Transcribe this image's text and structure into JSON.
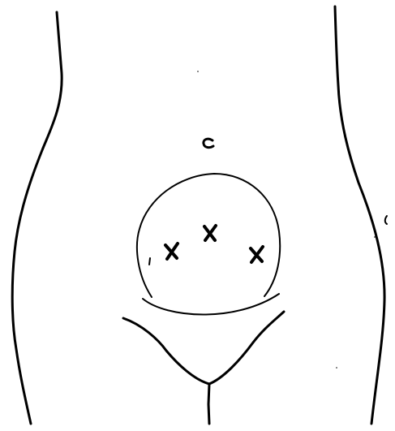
{
  "diagram": {
    "ink_color": "#000000",
    "background_color": "#ffffff",
    "marks": [
      {
        "name": "navel-mark",
        "symbol": "c"
      },
      {
        "name": "cross-mark-left",
        "symbol": "x"
      },
      {
        "name": "cross-mark-center",
        "symbol": "x"
      },
      {
        "name": "cross-mark-right",
        "symbol": "x"
      }
    ]
  }
}
